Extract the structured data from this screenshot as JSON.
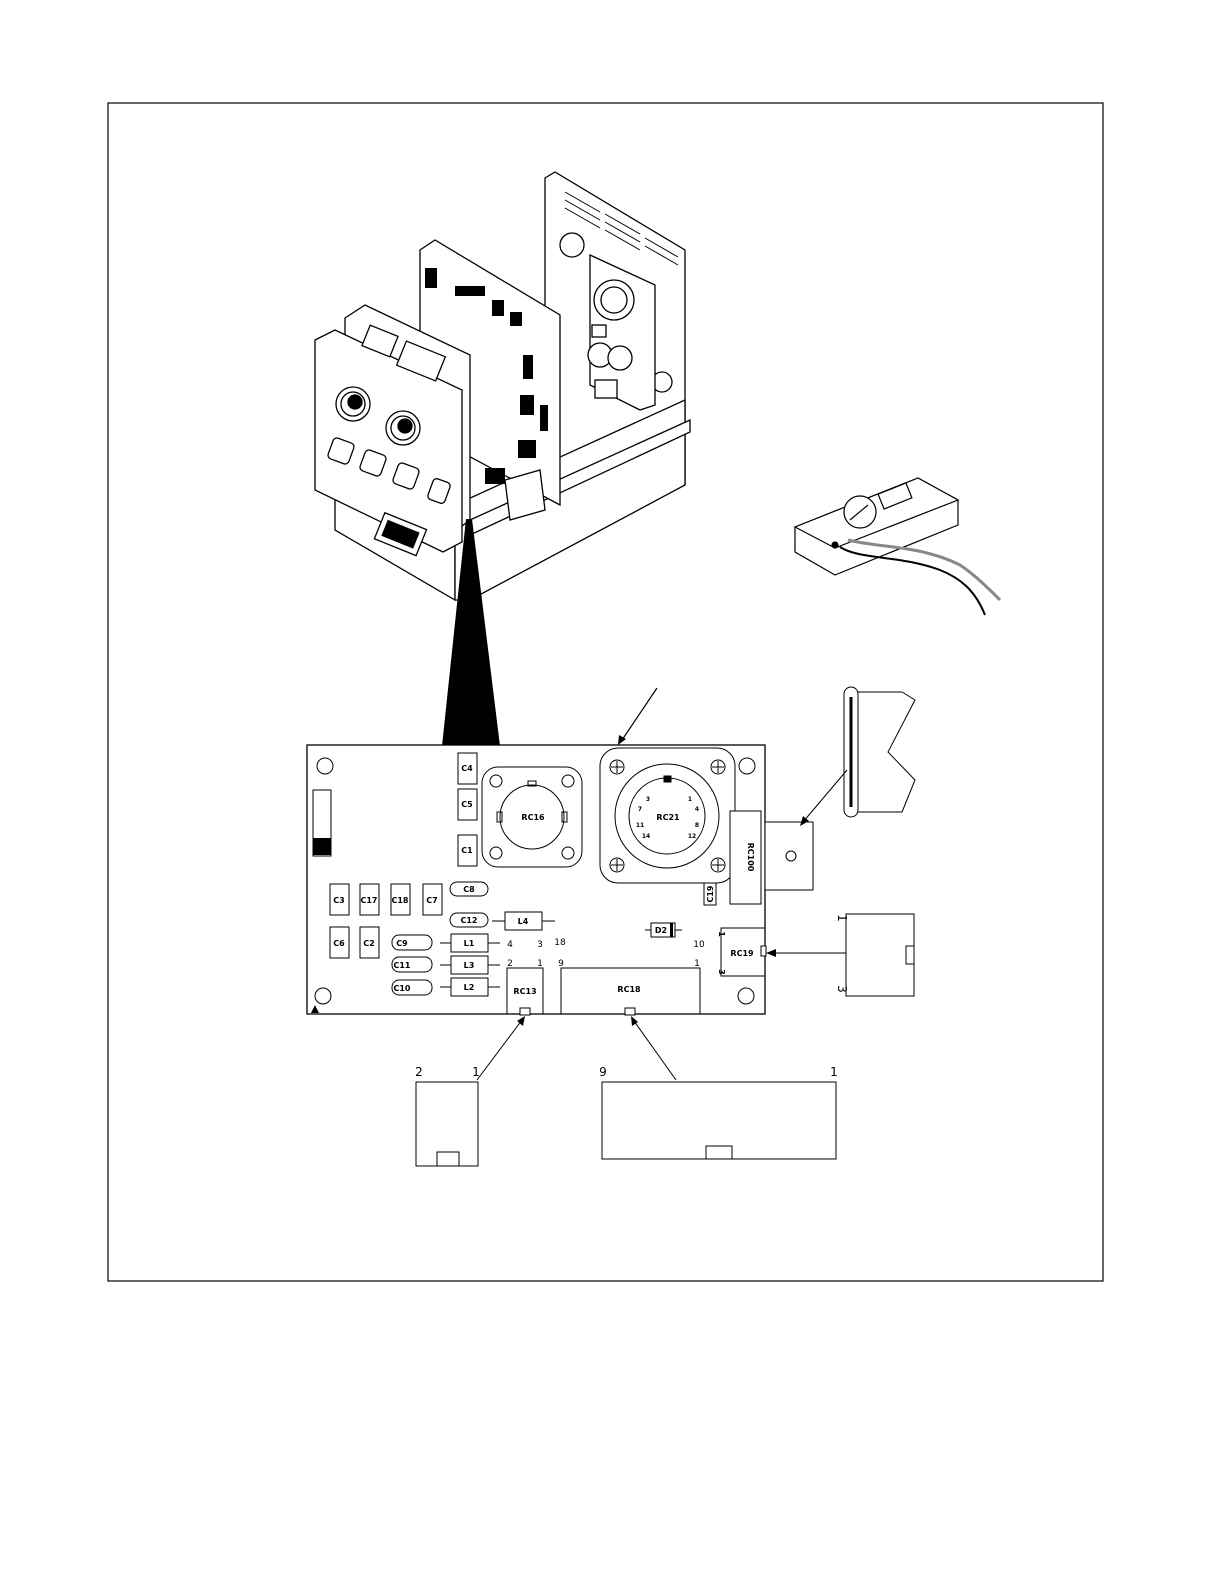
{
  "pcb": {
    "components": {
      "c4": "C4",
      "c5": "C5",
      "c1": "C1",
      "c3": "C3",
      "c17": "C17",
      "c18": "C18",
      "c7": "C7",
      "c8": "C8",
      "c12": "C12",
      "c6": "C6",
      "c2": "C2",
      "c9": "C9",
      "c11": "C11",
      "c10": "C10",
      "c19": "C19",
      "l4": "L4",
      "l1": "L1",
      "l3": "L3",
      "l2": "L2",
      "d2": "D2"
    },
    "connectors": {
      "rc16": "RC16",
      "rc21": "RC21",
      "rc100": "RC100",
      "rc19": "RC19",
      "rc13": "RC13",
      "rc18": "RC18"
    },
    "rc21_pins": [
      "3",
      "1",
      "7",
      "4",
      "11",
      "8",
      "14",
      "12"
    ],
    "pins": {
      "p4": "4",
      "p3": "3",
      "p18": "18",
      "p10": "10",
      "p2": "2",
      "p1a": "1",
      "p9": "9",
      "p1b": "1",
      "rc19_1": "1",
      "rc19_3": "3"
    }
  },
  "plugs": {
    "rc19_plug": {
      "top": "1",
      "bottom": "3"
    },
    "rc13_plug": {
      "left": "2",
      "right": "1"
    },
    "rc18_plug": {
      "left": "9",
      "right": "1"
    }
  }
}
